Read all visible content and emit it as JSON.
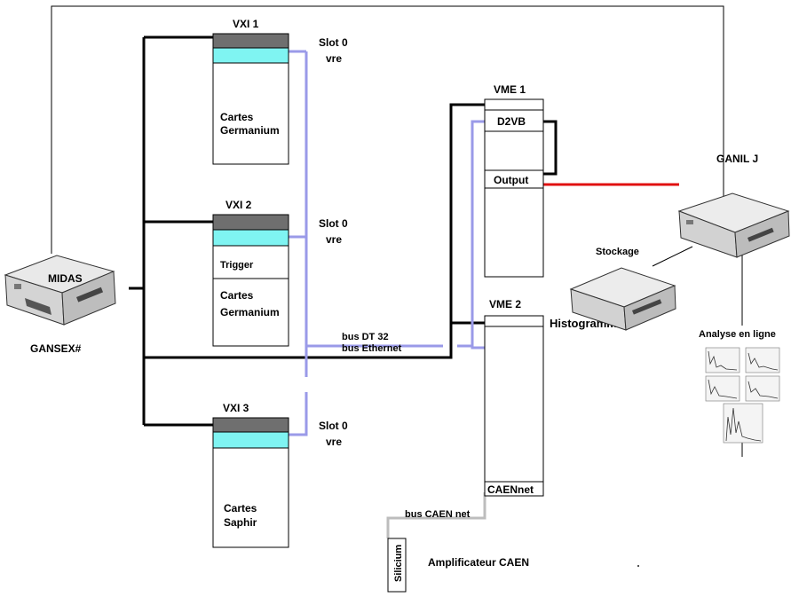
{
  "computers": {
    "midas": {
      "name": "MIDAS",
      "subtitle": "GANSEX#"
    },
    "ganil": {
      "name": "GANIL J"
    },
    "storage": {
      "name": "Stockage"
    },
    "analysis": {
      "name": "Analyse en ligne"
    }
  },
  "crates": {
    "vxi1": {
      "title": "VXI 1",
      "body": [
        "Cartes",
        "Germanium"
      ]
    },
    "vxi2": {
      "title": "VXI 2",
      "trigger": "Trigger",
      "body": [
        "Cartes",
        "Germanium"
      ]
    },
    "vxi3": {
      "title": "VXI 3",
      "body": [
        "Cartes",
        "Saphir"
      ]
    },
    "vme1": {
      "title": "VME 1",
      "top": "D2VB",
      "mid": "Output"
    },
    "vme2": {
      "title": "VME 2",
      "bottom": "CAENnet",
      "side": "Histogrammer"
    }
  },
  "slots": {
    "s1": [
      "Slot 0",
      "vre"
    ],
    "s2": [
      "Slot 0",
      "vre"
    ],
    "s3": [
      "Slot 0",
      "vre"
    ]
  },
  "buses": {
    "dt32": "bus DT 32",
    "ethernet": "bus Ethernet",
    "caen": "bus CAEN net"
  },
  "silicium": "Silicium",
  "amplifier": "Amplificateur CAEN"
}
